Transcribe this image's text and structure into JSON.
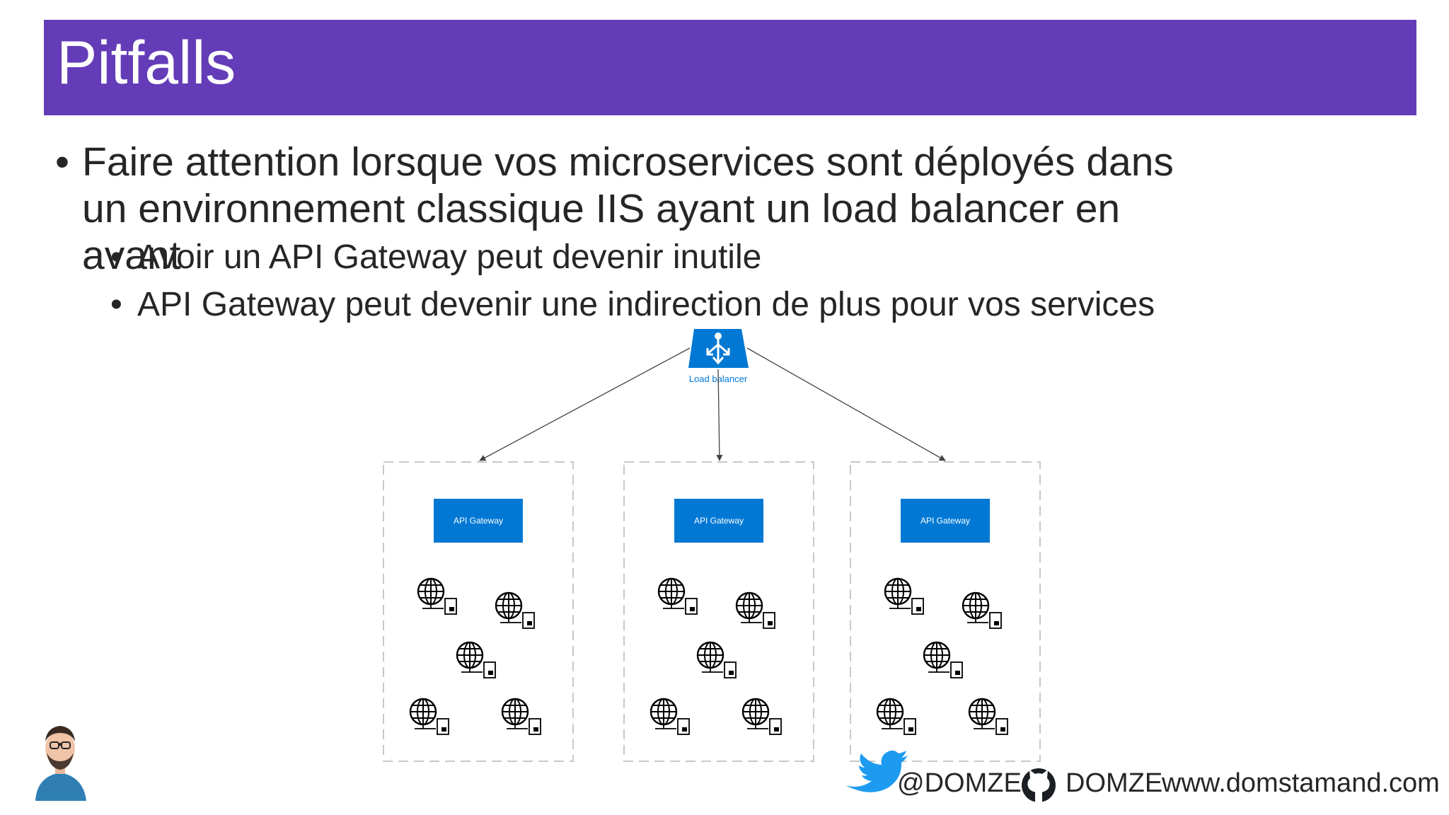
{
  "slide": {
    "title": "Pitfalls",
    "bullets": [
      "Faire attention lorsque vos microservices sont déployés dans un environnement classique IIS ayant un load balancer en avant"
    ],
    "sub_bullets": [
      "Avoir un API Gateway peut devenir inutile",
      "API Gateway peut devenir une indirection de plus pour vos services"
    ],
    "bullet_symbol": "•"
  },
  "diagram": {
    "load_balancer_label": "Load balancer",
    "gateways": [
      {
        "label": "API Gateway"
      },
      {
        "label": "API Gateway"
      },
      {
        "label": "API Gateway"
      }
    ],
    "icons": {
      "load_balancer": "load-balancer-icon",
      "service": "globe-server-icon"
    },
    "colors": {
      "accent": "#0078d4",
      "title_bar": "#643cb8",
      "arrow": "#444444",
      "box_border": "#c8c8c8"
    }
  },
  "footer": {
    "twitter_handle": "@DOMZE",
    "github_handle": "DOMZE",
    "website": "www.domstamand.com",
    "icons": [
      "avatar",
      "twitter-icon",
      "github-icon"
    ]
  }
}
